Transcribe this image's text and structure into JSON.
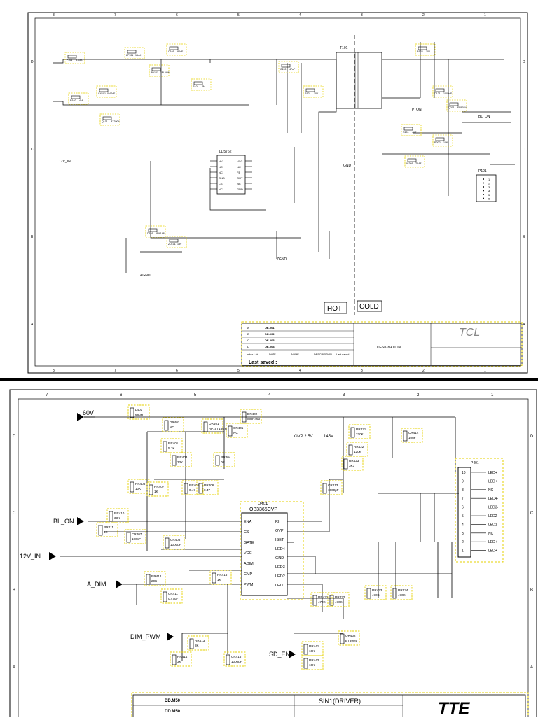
{
  "sheet1": {
    "zone_numbers": [
      "8",
      "7",
      "6",
      "5",
      "4",
      "3",
      "2",
      "1"
    ],
    "side_letters": [
      "D",
      "C",
      "B",
      "A"
    ],
    "region_labels": {
      "hot": "HOT",
      "cold": "COLD"
    },
    "ic_controller": {
      "ref": "LD5762",
      "pins_left": [
        "HV",
        "NC",
        "NC",
        "GND",
        "CS",
        "NC"
      ],
      "pins_right": [
        "VCC",
        "NC",
        "FB",
        "OUT",
        "NC",
        "GND"
      ]
    },
    "net_labels": [
      "P_ON",
      "BL_ON",
      "12V_IN",
      "GND",
      "AGND",
      "ZGND"
    ],
    "connector": {
      "ref": "P101",
      "pins": [
        "1",
        "2",
        "3",
        "4",
        "5",
        "6"
      ]
    },
    "transformer": {
      "ref": "T101"
    },
    "components": [
      {
        "ref": "F101",
        "val": "3.15A"
      },
      {
        "ref": "CX101",
        "val": "0.47uF"
      },
      {
        "ref": "LF101",
        "val": "15mH"
      },
      {
        "ref": "BD101",
        "val": "GBU406"
      },
      {
        "ref": "C101",
        "val": "82uF"
      },
      {
        "ref": "R101",
        "val": "4M"
      },
      {
        "ref": "R102",
        "val": "4M"
      },
      {
        "ref": "Q101",
        "val": "BT3904"
      },
      {
        "ref": "D101",
        "val": "IN4148"
      },
      {
        "ref": "ZD101",
        "val": "18V"
      },
      {
        "ref": "C110",
        "val": "47uF"
      },
      {
        "ref": "R121",
        "val": "10K"
      },
      {
        "ref": "C121",
        "val": "1000uF"
      },
      {
        "ref": "R122",
        "val": "100"
      },
      {
        "ref": "Q201",
        "val": "FR9024"
      },
      {
        "ref": "R201",
        "val": "4K7"
      },
      {
        "ref": "R202",
        "val": "10K"
      },
      {
        "ref": "IC301",
        "val": "TL431"
      }
    ],
    "title_block": {
      "logo": "TCL",
      "last_saved_label": "Last saved :",
      "designation_label": "DESIGNATION",
      "rev_rows": [
        {
          "rev": "A",
          "desc": "DE-001"
        },
        {
          "rev": "B",
          "desc": "DE-002"
        },
        {
          "rev": "C",
          "desc": "DE-003"
        },
        {
          "rev": "D",
          "desc": "DE-004"
        }
      ],
      "header_cells": [
        "Index Lab",
        "DATE",
        "NAME",
        "DESCRIPTION",
        "Last saved"
      ]
    }
  },
  "sheet2": {
    "zone_numbers": [
      "7",
      "6",
      "5",
      "4",
      "3",
      "2",
      "1"
    ],
    "side_letters": [
      "D",
      "C",
      "B",
      "A"
    ],
    "ic_driver": {
      "ref": "U401",
      "part": "OB3365CVP",
      "pins_left": [
        "ENA",
        "CS",
        "GATE",
        "VCC",
        "ADIM",
        "CMP",
        "PWM"
      ],
      "pins_right": [
        "RI",
        "OVP",
        "ISET",
        "LED4",
        "GND",
        "LED3",
        "LED2",
        "LED1"
      ]
    },
    "ovp_label": "OVP 2.5V",
    "ovp_value": "145V",
    "net_labels": {
      "v60": "60V",
      "bl_on": "BL_ON",
      "v12_in": "12V_IN",
      "a_dim": "A_DIM",
      "dim_pwm": "DIM_PWM",
      "sd_en": "SD_EN"
    },
    "connector": {
      "ref": "P401",
      "pins": [
        "10",
        "9",
        "8",
        "7",
        "6",
        "5",
        "4",
        "3",
        "2",
        "1"
      ],
      "labels": [
        "LED+",
        "LED+",
        "NC",
        "LED4-",
        "LED3-",
        "LED2-",
        "LED1-",
        "NC",
        "LED+",
        "LED+"
      ]
    },
    "components": [
      {
        "ref": "L401",
        "val": "68uH"
      },
      {
        "ref": "DR401",
        "val": "NC"
      },
      {
        "ref": "QR401",
        "val": "AP15T15GH"
      },
      {
        "ref": "RR401",
        "val": "5.1K"
      },
      {
        "ref": "DR402",
        "val": "MUR460"
      },
      {
        "ref": "CR401",
        "val": "NC"
      },
      {
        "ref": "RR403",
        "val": "33K"
      },
      {
        "ref": "RR404",
        "val": "0R"
      },
      {
        "ref": "RR405",
        "val": "0.47"
      },
      {
        "ref": "RR406",
        "val": "0.47"
      },
      {
        "ref": "RR407",
        "val": "1K"
      },
      {
        "ref": "RR408",
        "val": "10K"
      },
      {
        "ref": "RR410",
        "val": "33K"
      },
      {
        "ref": "RR411",
        "val": "4K"
      },
      {
        "ref": "CR407",
        "val": "100nF"
      },
      {
        "ref": "RR412",
        "val": "20K"
      },
      {
        "ref": "CR408",
        "val": "1000pF"
      },
      {
        "ref": "RR413",
        "val": "8K"
      },
      {
        "ref": "RR414",
        "val": "3K"
      },
      {
        "ref": "RR415",
        "val": "1K"
      },
      {
        "ref": "CR411",
        "val": "0.47uF"
      },
      {
        "ref": "RR421",
        "val": "220K"
      },
      {
        "ref": "RR422",
        "val": "120K"
      },
      {
        "ref": "CR413",
        "val": "1000pF"
      },
      {
        "ref": "RR423",
        "val": "3K3"
      },
      {
        "ref": "CR414",
        "val": "10uF"
      },
      {
        "ref": "CR415",
        "val": "1000pF"
      },
      {
        "ref": "RR431",
        "val": "470K"
      },
      {
        "ref": "RR432",
        "val": "470K"
      },
      {
        "ref": "RR433",
        "val": "470K"
      },
      {
        "ref": "RR434",
        "val": "470K"
      },
      {
        "ref": "QR402",
        "val": "BT3904"
      },
      {
        "ref": "RR441",
        "val": "10K"
      },
      {
        "ref": "RR442",
        "val": "10K"
      }
    ],
    "title_block": {
      "logo": "TTE",
      "title": "SIN1(DRIVER)",
      "rows": [
        "DD.M50",
        "DD.M50"
      ]
    }
  }
}
